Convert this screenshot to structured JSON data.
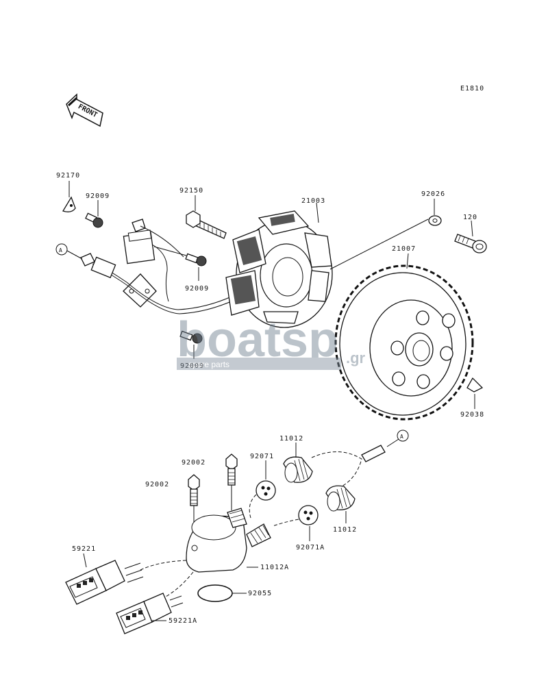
{
  "diagram_code": "E1810",
  "front_label": "FRONT",
  "ref_marker": "A",
  "watermark": {
    "brand": "boatsp",
    "domain_suffix": ".gr",
    "tagline": "spare parts"
  },
  "parts": [
    {
      "id": "p92170",
      "number": "92170"
    },
    {
      "id": "p92009a",
      "number": "92009"
    },
    {
      "id": "p92150",
      "number": "92150"
    },
    {
      "id": "p21003",
      "number": "21003"
    },
    {
      "id": "p92026",
      "number": "92026"
    },
    {
      "id": "p120",
      "number": "120"
    },
    {
      "id": "p21007",
      "number": "21007"
    },
    {
      "id": "p92009b",
      "number": "92009"
    },
    {
      "id": "p92009c",
      "number": "92009"
    },
    {
      "id": "p92038",
      "number": "92038"
    },
    {
      "id": "p11012a",
      "number": "11012"
    },
    {
      "id": "p92071",
      "number": "92071"
    },
    {
      "id": "p92002a",
      "number": "92002"
    },
    {
      "id": "p92002b",
      "number": "92002"
    },
    {
      "id": "p11012b",
      "number": "11012"
    },
    {
      "id": "p92071A",
      "number": "92071A"
    },
    {
      "id": "p59221",
      "number": "59221"
    },
    {
      "id": "p11012A",
      "number": "11012A"
    },
    {
      "id": "p92055",
      "number": "92055"
    },
    {
      "id": "p59221A",
      "number": "59221A"
    }
  ]
}
